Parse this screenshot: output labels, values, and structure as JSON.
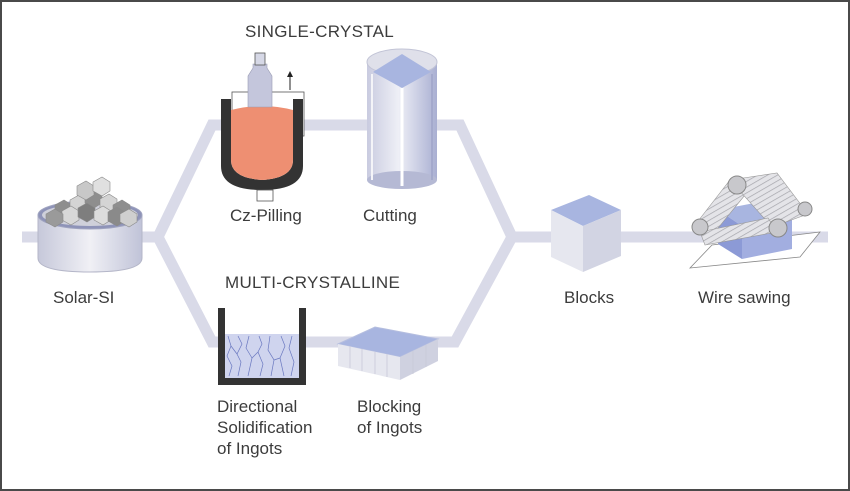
{
  "title": "Solar silicon wafer production process",
  "branches": {
    "single_crystal": "SINGLE-CRYSTAL",
    "multi_crystalline": "MULTI-CRYSTALLINE"
  },
  "steps": {
    "solar_si": "Solar-SI",
    "cz_pilling": "Cz-Pilling",
    "cutting": "Cutting",
    "directional_line1": "Directional",
    "directional_line2": "Solidification",
    "directional_line3": "of Ingots",
    "blocking_line1": "Blocking",
    "blocking_line2": "of Ingots",
    "blocks": "Blocks",
    "wire_sawing": "Wire sawing"
  },
  "colors": {
    "path": "#d9dae8",
    "crucible": "#333333",
    "melt": "#ee8f72",
    "silicon_blue": "#a8b5e0",
    "silicon_light": "#dcdde8",
    "border": "#4a4a4a",
    "text": "#3c3c3c"
  }
}
